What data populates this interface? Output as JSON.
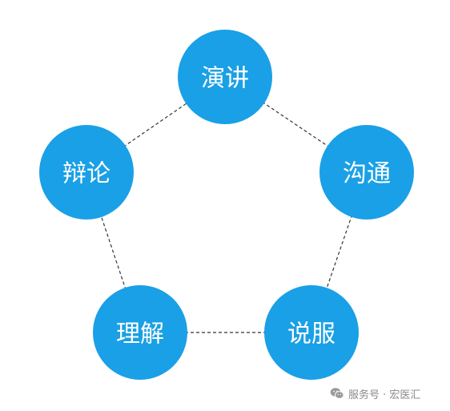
{
  "diagram": {
    "nodes": [
      {
        "id": "speech",
        "label": "演讲"
      },
      {
        "id": "communicate",
        "label": "沟通"
      },
      {
        "id": "persuade",
        "label": "说服"
      },
      {
        "id": "understand",
        "label": "理解"
      },
      {
        "id": "debate",
        "label": "辩论"
      }
    ],
    "edges": [
      [
        "speech",
        "communicate"
      ],
      [
        "communicate",
        "persuade"
      ],
      [
        "persuade",
        "understand"
      ],
      [
        "understand",
        "debate"
      ],
      [
        "debate",
        "speech"
      ]
    ],
    "node_color": "#1aa0e6",
    "label_color": "#ffffff",
    "edge_color": "#333333",
    "edge_style": "dashed"
  },
  "watermark": {
    "icon": "wechat-icon",
    "text": "服务号 · 宏医汇"
  }
}
